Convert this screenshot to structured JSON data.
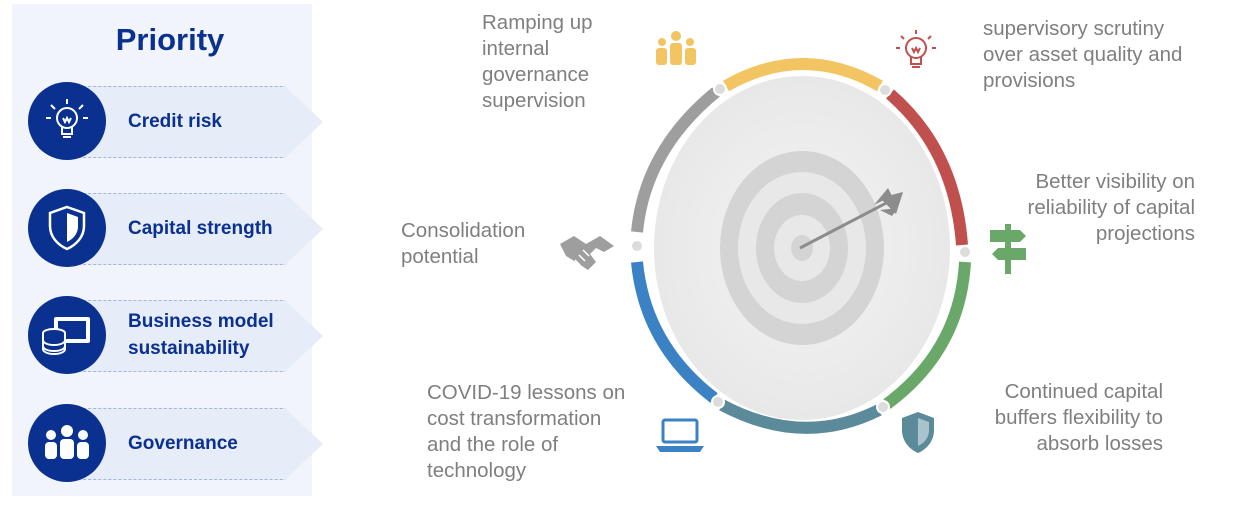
{
  "priority": {
    "title": "Priority",
    "items": [
      {
        "label": "Credit risk",
        "icon": "lightbulb-icon"
      },
      {
        "label": "Capital strength",
        "icon": "shield-icon"
      },
      {
        "label": "Business model\nsustainability",
        "icon": "database-screen-icon"
      },
      {
        "label": "Governance",
        "icon": "people-icon"
      }
    ]
  },
  "cycle": {
    "items": [
      {
        "text": "Ramping up\ninternal\ngovernance\nsupervision",
        "icon": "people-icon",
        "color": "#f2c462"
      },
      {
        "text": "supervisory scrutiny\nover asset quality and\nprovisions",
        "icon": "lightbulb-icon",
        "color": "#c0504d"
      },
      {
        "text": "Better visibility on\nreliability of capital\nprojections",
        "icon": "signpost-icon",
        "color": "#6aa86a"
      },
      {
        "text": "Continued capital\nbuffers flexibility to\nabsorb losses",
        "icon": "shield-icon",
        "color": "#5b8a9a"
      },
      {
        "text": "COVID-19 lessons on\ncost transformation\nand the role of\ntechnology",
        "icon": "laptop-icon",
        "color": "#3b82c4"
      },
      {
        "text": "Consolidation\npotential",
        "icon": "handshake-icon",
        "color": "#9e9e9e"
      }
    ]
  },
  "colors": {
    "navy": "#0a3190",
    "text_gray": "#7f7f7f"
  }
}
